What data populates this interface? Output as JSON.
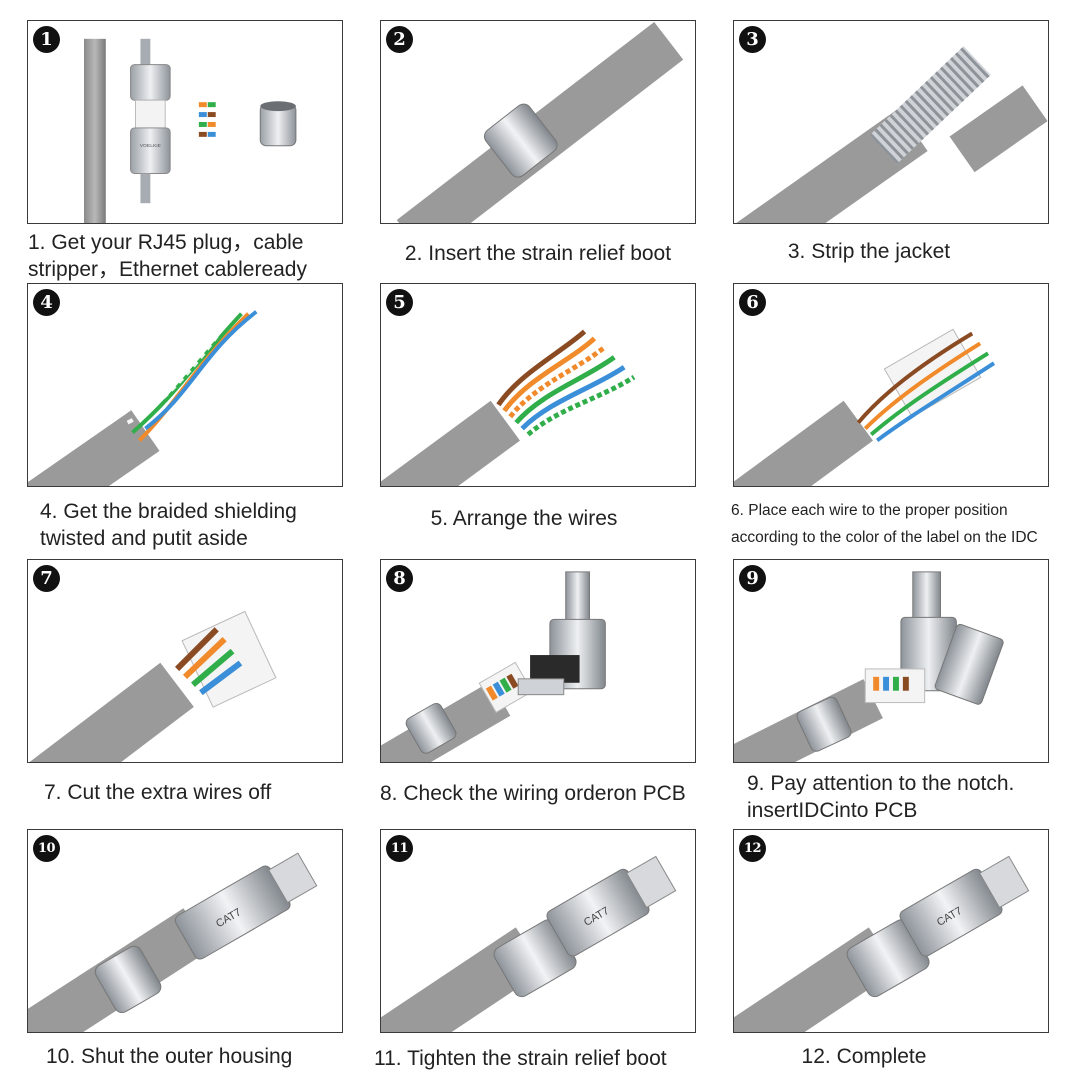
{
  "steps": [
    {
      "number": "1",
      "caption_line1": "1. Get your RJ45 plug，cable",
      "caption_line2": "stripper，Ethernet cableready",
      "brand": "VOELKIE"
    },
    {
      "number": "2",
      "caption_line1": "2. Insert the strain relief boot"
    },
    {
      "number": "3",
      "caption_line1": "3. Strip the jacket"
    },
    {
      "number": "4",
      "caption_line1": "4. Get the braided shielding",
      "caption_line2": "twisted and putit aside"
    },
    {
      "number": "5",
      "caption_line1": "5. Arrange the wires"
    },
    {
      "number": "6",
      "caption_line1": "6. Place each wire to the proper position",
      "caption_line2": "according to the color of the label on the IDC"
    },
    {
      "number": "7",
      "caption_line1": "7. Cut the extra wires off"
    },
    {
      "number": "8",
      "caption_line1": "8. Check the wiring orderon PCB"
    },
    {
      "number": "9",
      "caption_line1": "9. Pay attention to the notch.",
      "caption_line2": "insertIDCinto PCB"
    },
    {
      "number": "10",
      "caption_line1": "10. Shut the outer housing",
      "plug_label": "CAT7"
    },
    {
      "number": "11",
      "caption_line1": "11. Tighten the strain relief boot",
      "plug_label": "CAT7"
    },
    {
      "number": "12",
      "caption_line1": "12. Complete",
      "plug_label": "CAT7"
    }
  ],
  "colors": {
    "cable_gray": "#9a9a9a",
    "metal": "#c9ccd0",
    "wire_orange": "#f08a2a",
    "wire_green": "#2fae4a",
    "wire_blue": "#3a8fd8",
    "wire_brown": "#8a4a22"
  }
}
